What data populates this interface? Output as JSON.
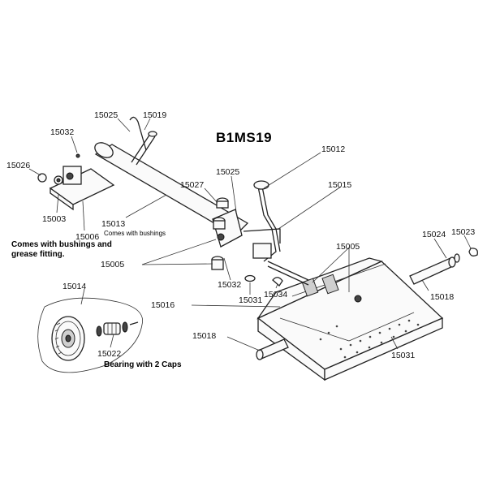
{
  "title": "B1MS19",
  "labels": {
    "p15025_top": "15025",
    "p15019": "15019",
    "p15032_left": "15032",
    "p15026": "15026",
    "p15003": "15003",
    "p15006": "15006",
    "p15013": "15013",
    "p15027": "15027",
    "p15025_mid": "15025",
    "p15012": "15012",
    "p15015": "15015",
    "p15005_left": "15005",
    "p15032_mid": "15032",
    "p15031_mid": "15031",
    "p15034": "15034",
    "p15005_right": "15005",
    "p15024": "15024",
    "p15023": "15023",
    "p15018_right": "15018",
    "p15016": "15016",
    "p15014": "15014",
    "p15022": "15022",
    "p15018_left": "15018",
    "p15031_right": "15031"
  },
  "notes": {
    "bushings_grease": "Comes with bushings and grease fitting.",
    "with_bushings": "Comes with bushings",
    "bearing": "Bearing with 2 Caps"
  }
}
